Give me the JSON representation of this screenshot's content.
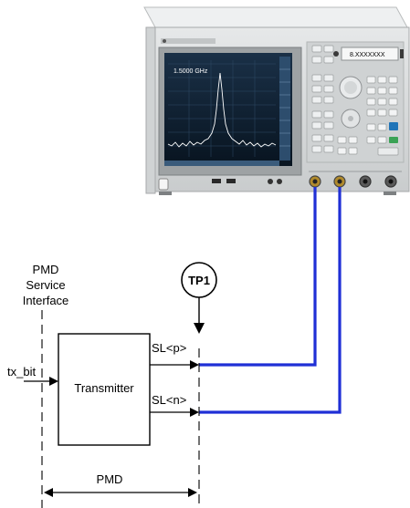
{
  "instrument": {
    "screen_readout": "1.5000 GHz",
    "display_value": "8.XXXXXXX"
  },
  "diagram": {
    "pmd_service_interface": [
      "PMD",
      "Service",
      "Interface"
    ],
    "tp1_label": "TP1",
    "input_signal": "tx_bit",
    "transmitter_label": "Transmitter",
    "output_p": "SL<p>",
    "output_n": "SL<n>",
    "pmd_span_label": "PMD"
  },
  "colors": {
    "cable": "#1f2fd6",
    "instrument_body": "#d9dcdd",
    "screen_bg": "#0b1a2a",
    "trace": "#ffffff"
  }
}
